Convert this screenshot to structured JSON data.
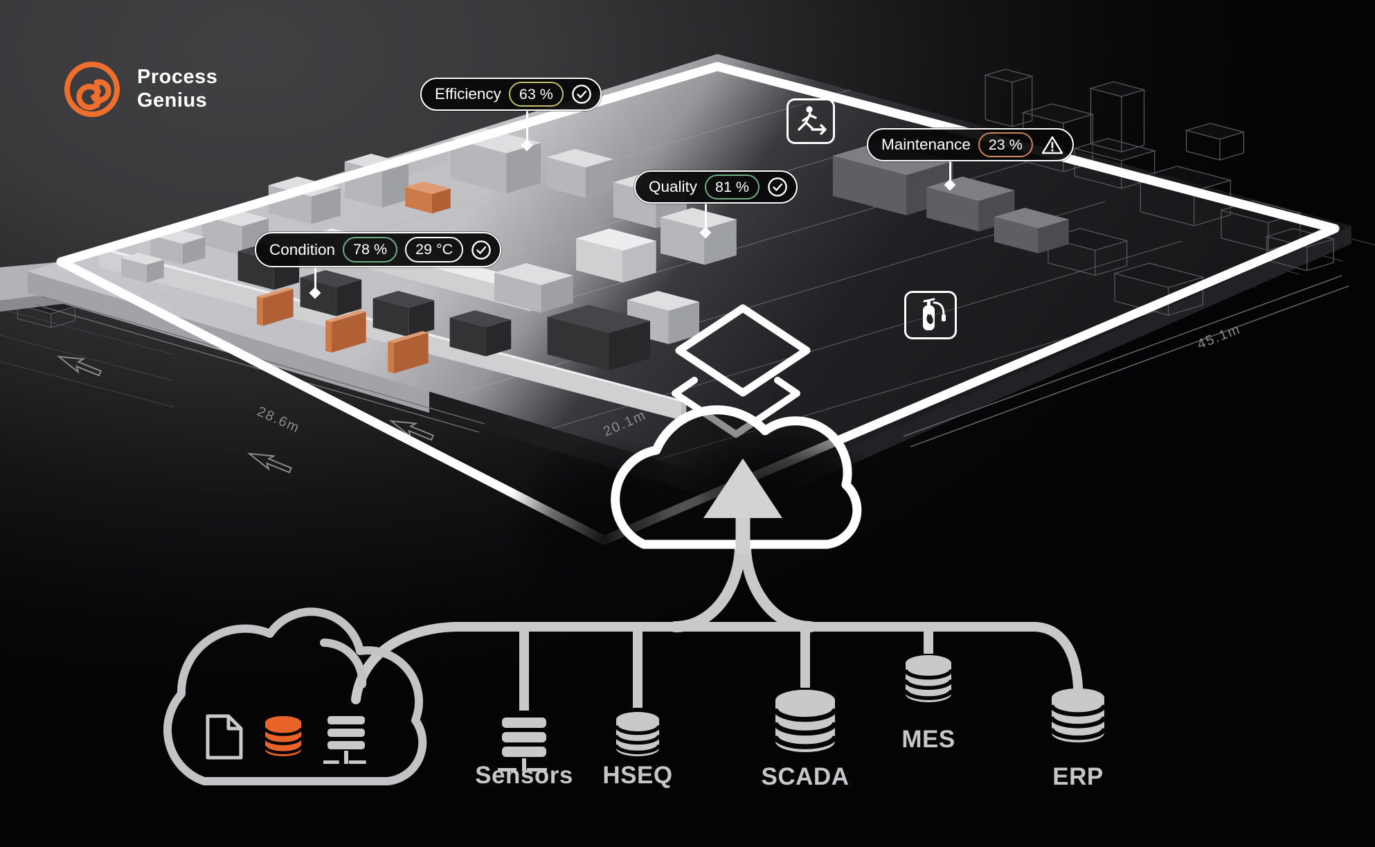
{
  "brand": {
    "line1": "Process",
    "line2": "Genius"
  },
  "kpis": {
    "efficiency": {
      "name": "Efficiency",
      "value": "63 %"
    },
    "quality": {
      "name": "Quality",
      "value": "81 %"
    },
    "maintenance": {
      "name": "Maintenance",
      "value": "23 %"
    },
    "condition": {
      "name": "Condition",
      "value": "78 %",
      "temperature": "29 °C"
    }
  },
  "safety_icons": {
    "emergency_exit": "running-man-exit",
    "fire_extinguisher": "fire-extinguisher"
  },
  "dimensions": {
    "left": "28.6m",
    "front": "20.1m",
    "right": "45.1m"
  },
  "sources": {
    "sensors": "Sensors",
    "hseq": "HSEQ",
    "scada": "SCADA",
    "mes": "MES",
    "erp": "ERP"
  },
  "colors": {
    "brand_orange": "#ee6f2d",
    "database_orange": "#e8622a",
    "value_yellow": "#c2c06d",
    "value_ok_green": "#6fae85",
    "value_warn_orange": "#cf8757",
    "value_white": "#ffffff",
    "connector_gray": "#c9c9c9"
  }
}
